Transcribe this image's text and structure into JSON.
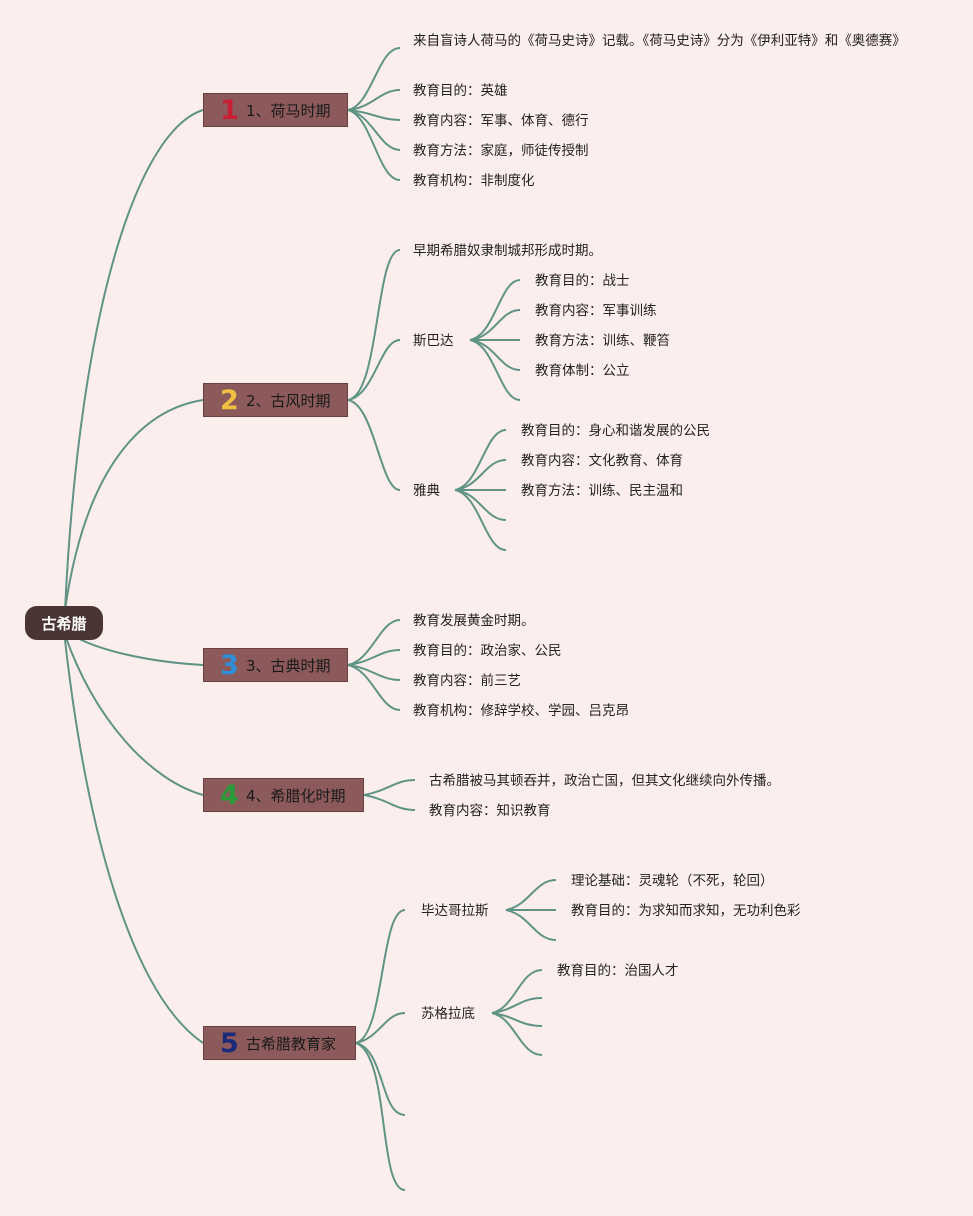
{
  "root": "古希腊",
  "colors": {
    "background": "#fdeeee",
    "line": "#5f9484",
    "root": "#4a3434",
    "branch": "#8c5a5a"
  },
  "branches": [
    {
      "num": "1",
      "num_color": "#c81e36",
      "label": "1、荷马时期",
      "items": [
        "来自盲诗人荷马的《荷马史诗》记载。《荷马史诗》分为《伊利亚特》和《奥德赛》",
        "教育目的：英雄",
        "教育内容：军事、体育、德行",
        "教育方法：家庭，师徒传授制",
        "教育机构：非制度化"
      ]
    },
    {
      "num": "2",
      "num_color": "#f0c040",
      "label": "2、古风时期",
      "intro": "早期希腊奴隶制城邦形成时期。",
      "sparta": {
        "label": "斯巴达",
        "items": [
          "教育目的：战士",
          "教育内容：军事训练",
          "教育方法：训练、鞭笞",
          "教育体制：公立"
        ]
      },
      "athens": {
        "label": "雅典",
        "items": [
          "教育目的：身心和谐发展的公民",
          "教育内容：文化教育、体育",
          "教育方法：训练、民主温和"
        ]
      }
    },
    {
      "num": "3",
      "num_color": "#2e8fd8",
      "label": "3、古典时期",
      "items": [
        "教育发展黄金时期。",
        "教育目的：政治家、公民",
        "教育内容：前三艺",
        "教育机构：修辞学校、学园、吕克昂"
      ]
    },
    {
      "num": "4",
      "num_color": "#2a9a3a",
      "label": "4、希腊化时期",
      "items": [
        "古希腊被马其顿吞并，政治亡国，但其文化继续向外传播。",
        "教育内容：知识教育"
      ]
    },
    {
      "num": "5",
      "num_color": "#1c2a7a",
      "label": "古希腊教育家",
      "pythagoras": {
        "label": "毕达哥拉斯",
        "items": [
          "理论基础：灵魂轮（不死，轮回）",
          "教育目的：为求知而求知，无功利色彩"
        ]
      },
      "socrates": {
        "label": "苏格拉底",
        "items": [
          "教育目的：治国人才"
        ]
      }
    }
  ]
}
